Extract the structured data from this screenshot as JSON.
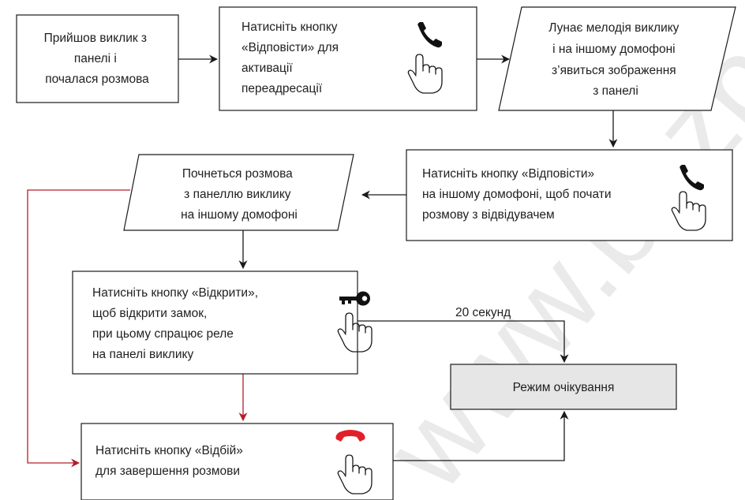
{
  "steps": {
    "incoming_call": [
      "Прийшов виклик з",
      "панелі і",
      "почалася розмова"
    ],
    "press_answer_forward": [
      "Натисніть кнопку",
      "«Відповісти» для",
      "активації",
      "переадресації"
    ],
    "melody_other": [
      "Лунає мелодія виклику",
      "і на іншому домофоні",
      "з’явиться зображення",
      "з панелі"
    ],
    "press_answer_other": [
      "Натисніть кнопку «Відповісти»",
      "на іншому домофоні, щоб почати",
      "розмову з відвідувачем"
    ],
    "conversation_starts": [
      "Почнеться розмова",
      "з панеллю виклику",
      "на іншому домофоні"
    ],
    "press_open": [
      "Натисніть кнопку «Відкрити»,",
      "щоб відкрити замок,",
      "при цьому спрацює реле",
      "на панелі виклику"
    ],
    "press_hangup": [
      "Натисніть кнопку «Відбій»",
      "для завершення розмови"
    ],
    "standby": "Режим очікування",
    "timeout_label": "20 секунд"
  },
  "icons": [
    "phone-answer-icon",
    "phone-hangup-icon",
    "key-icon",
    "hand-pointer-icon"
  ],
  "colors": {
    "line": "#1a1a1a",
    "red_path": "#b0202c",
    "hangup": "#e0202a",
    "standby_fill": "#e6e6e6"
  },
  "watermark": "www.bezpeka"
}
